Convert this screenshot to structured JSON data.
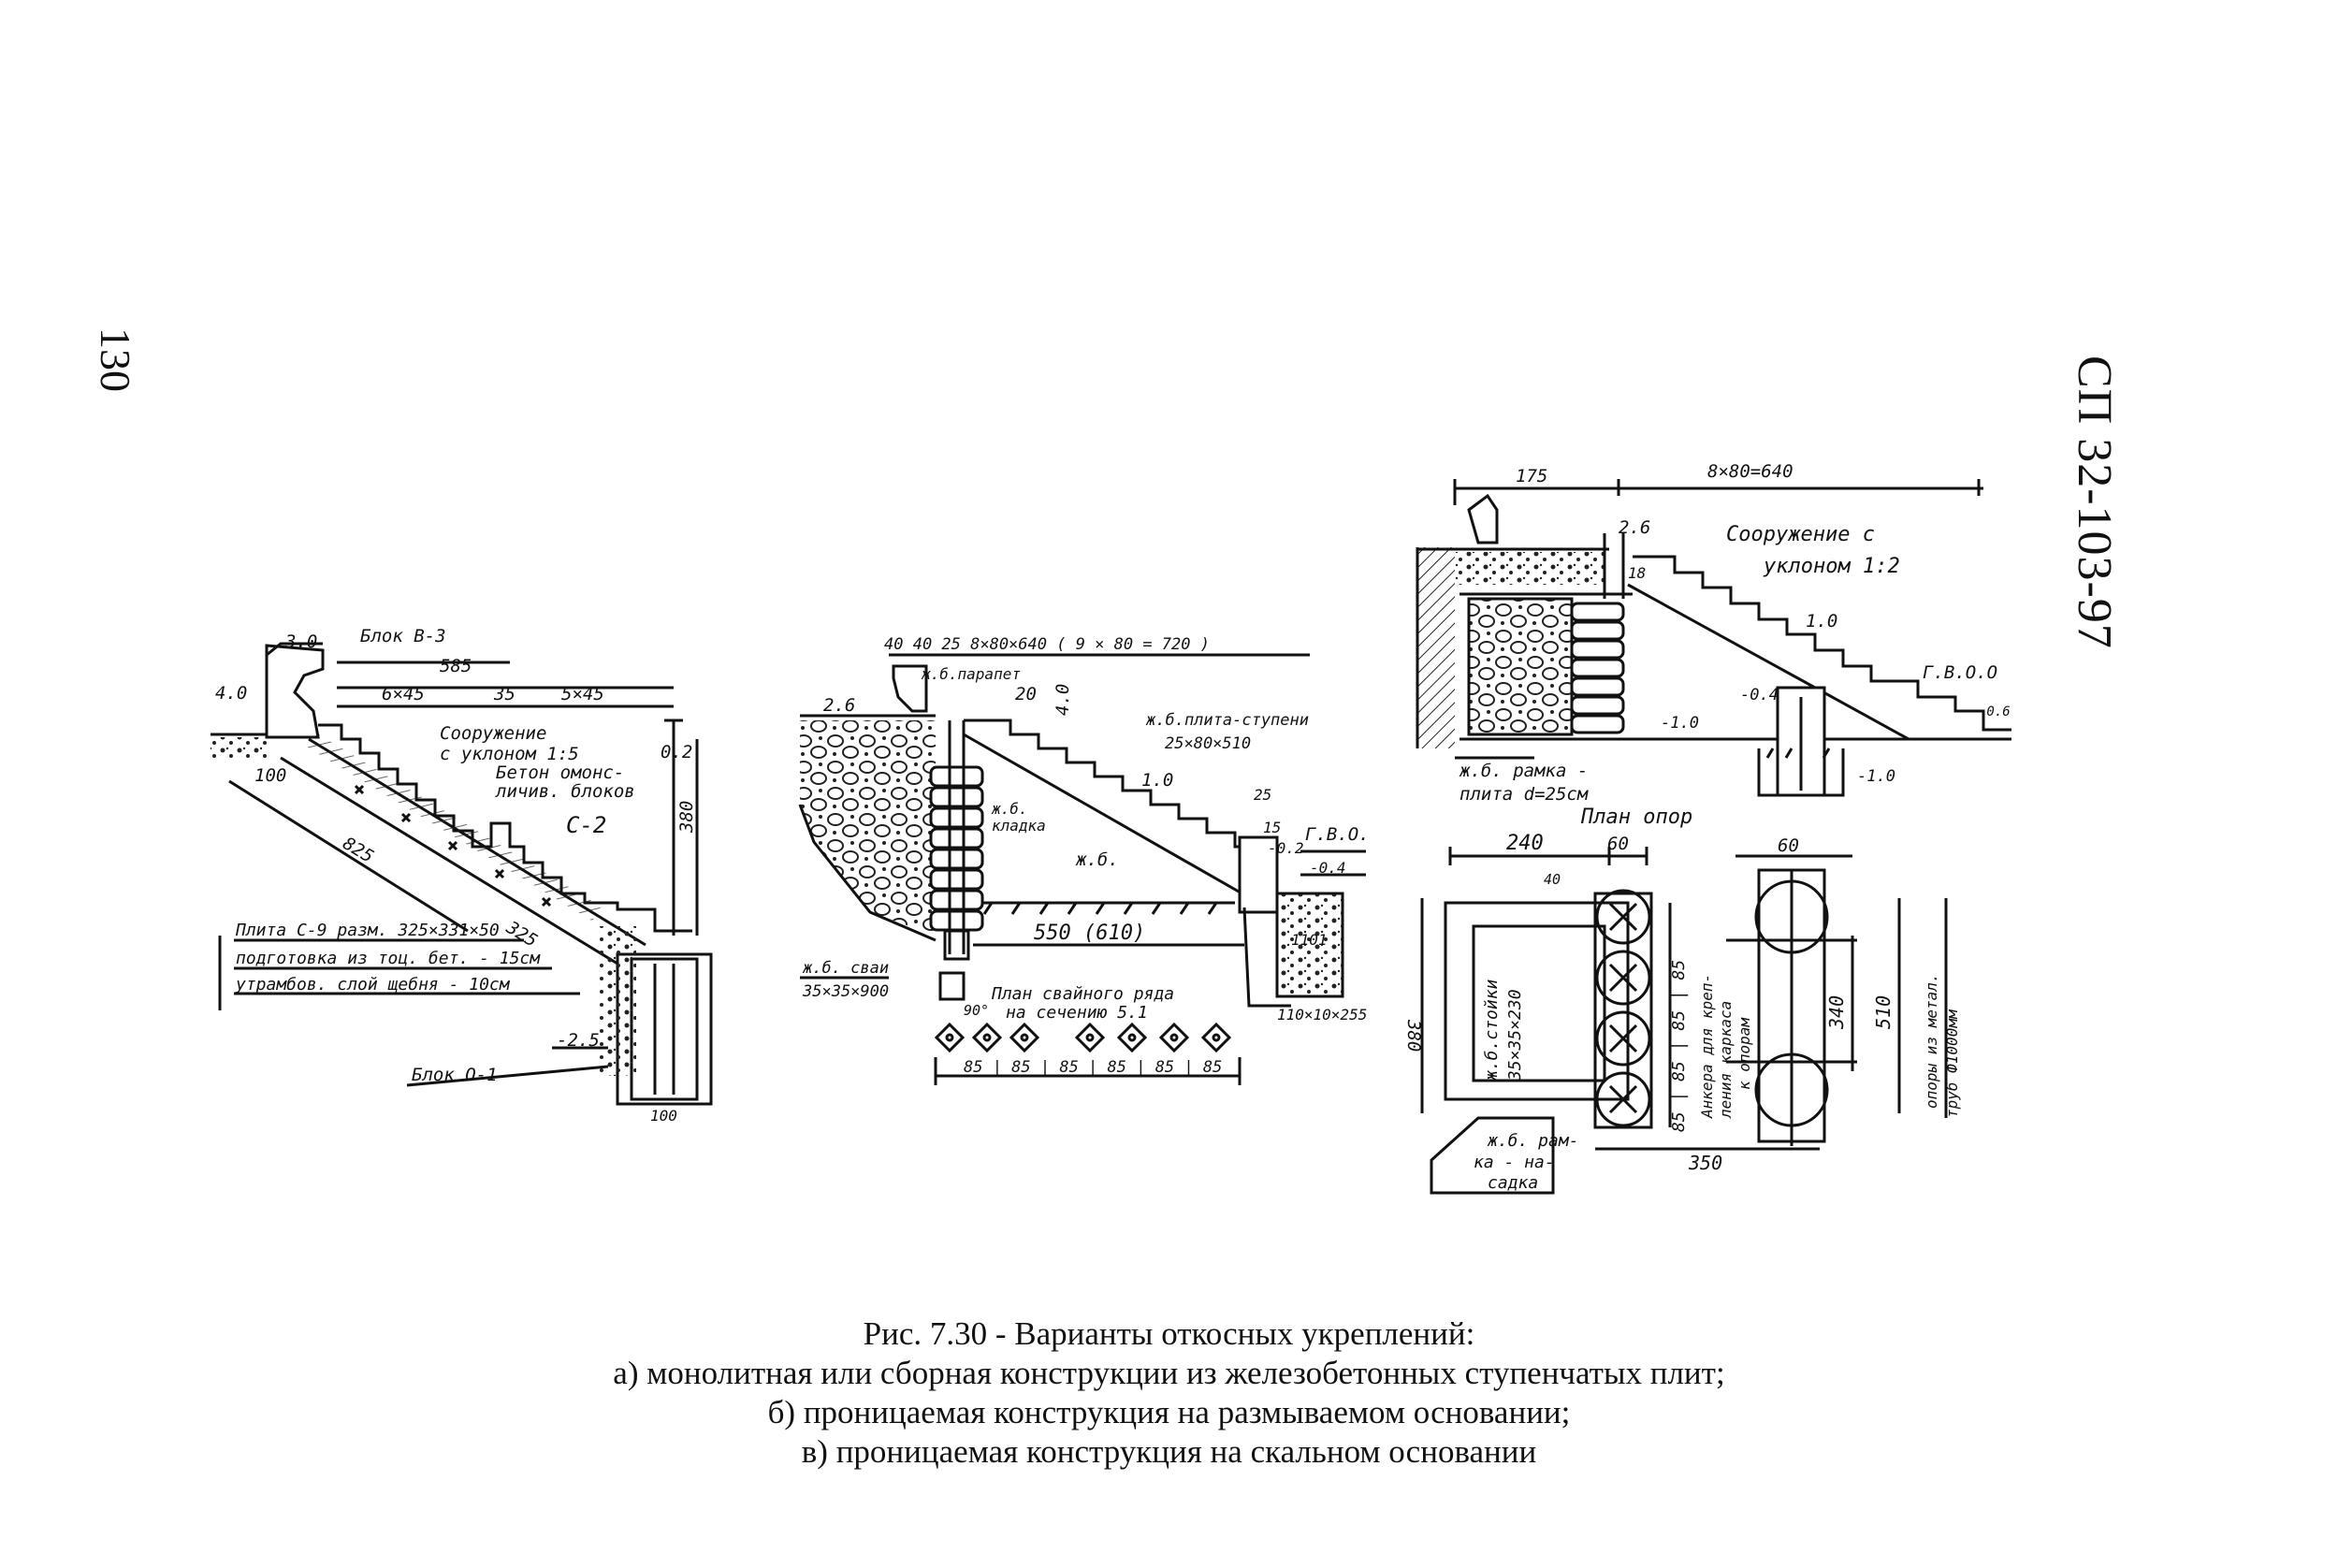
{
  "page": {
    "number": "130",
    "doc_code": "СП 32-103-97"
  },
  "figure": {
    "a": {
      "labels": {
        "blok_b3": "Блок В-3",
        "dim_585": "585",
        "dim_6x45": "6×45",
        "dim_35": "35",
        "dim_5x45": "5×45",
        "soor_1": "Сооружение",
        "soor_2": "с уклоном 1:5",
        "beton_1": "Бетон омонс-",
        "beton_2": "личив. блоков",
        "c2": "С-2",
        "lvl_30": "3.0",
        "lvl_40": "4.0",
        "dim_100": "100",
        "dim_02": "0.2",
        "dim_380": "380",
        "dim_825": "825",
        "dim_325": "325",
        "plita_c9": "Плита С-9 разм. 325×331×50",
        "podgot": "подготовка из тоц. бет. - 15см",
        "utramb": "утрамбов. слой щебня - 10см",
        "lvl_m25": "-2.5",
        "blok_o1": "Блок О-1",
        "dim_100b": "100"
      }
    },
    "b": {
      "labels": {
        "top_dims": "40 40 25    8×80×640 ( 9 × 80 = 720 )",
        "parapet": "ж.б.парапет",
        "dim_20": "20",
        "dim_40": "4.0",
        "lvl_26": "2.6",
        "plita_1": "ж.б.плита-ступени",
        "plita_2": "25×80×510",
        "kladka_1": "ж.б.",
        "kladka_2": "кладка",
        "jb": "ж.б.",
        "lvl_10": "1.0",
        "dim_25": "25",
        "dim_15": "15",
        "gvo": "Г.В.О.",
        "lvl_m02": "-0.2",
        "lvl_m04": "-0.4",
        "span": "550 (610)",
        "dim_1101": "1101",
        "svai_1": "ж.б. сваи",
        "svai_2": "35×35×900",
        "plan_1": "План свайного ряда",
        "plan_2": "на сечению 5.1",
        "angle": "90°",
        "base": "110×10×255",
        "spacing": "85 | 85 | 85 | 85 | 85 | 85"
      }
    },
    "c": {
      "labels": {
        "dim_175": "175",
        "dim_8x80": "8×80=640",
        "lvl_26": "2.6",
        "soor_1": "Сооружение с",
        "soor_2": "уклоном 1:2",
        "dim_18": "18",
        "lvl_10": "1.0",
        "gvo": "Г.В.О.О",
        "lvl_m04": "-0.4",
        "lvl_m10": "-1.0",
        "lvl_m10b": "-1.0",
        "lvl_m06": "-0.6",
        "ramka_1": "ж.б. рамка -",
        "ramka_2": "плита d=25см",
        "plan_opor": "План опор",
        "dim_240": "240",
        "dim_60": "60",
        "dim_60b": "60",
        "dim_380": "380",
        "dim_40": "40",
        "stoyki_1": "ж.б.стойки",
        "stoyki_2": "35×35×230",
        "spacing": "85 | 85 | 85 | 85",
        "ankera_1": "Анкера для креп-",
        "ankera_2": "ления каркаса",
        "ankera_3": "к опорам",
        "dim_340": "340",
        "dim_510": "510",
        "opory_1": "опоры из метал.",
        "opory_2": "труб Ф1000мм",
        "dim_350": "350",
        "ramka_n1": "ж.б. рам-",
        "ramka_n2": "ка - на-",
        "ramka_n3": "садка"
      }
    }
  },
  "caption": {
    "title": "Рис. 7.30 - Варианты откосных укреплений:",
    "line_a": "а) монолитная или сборная конструкции из железобетонных ступенчатых плит;",
    "line_b": "б) проницаемая конструкция на размываемом основании;",
    "line_c": "в) проницаемая конструкция на скальном основании"
  }
}
